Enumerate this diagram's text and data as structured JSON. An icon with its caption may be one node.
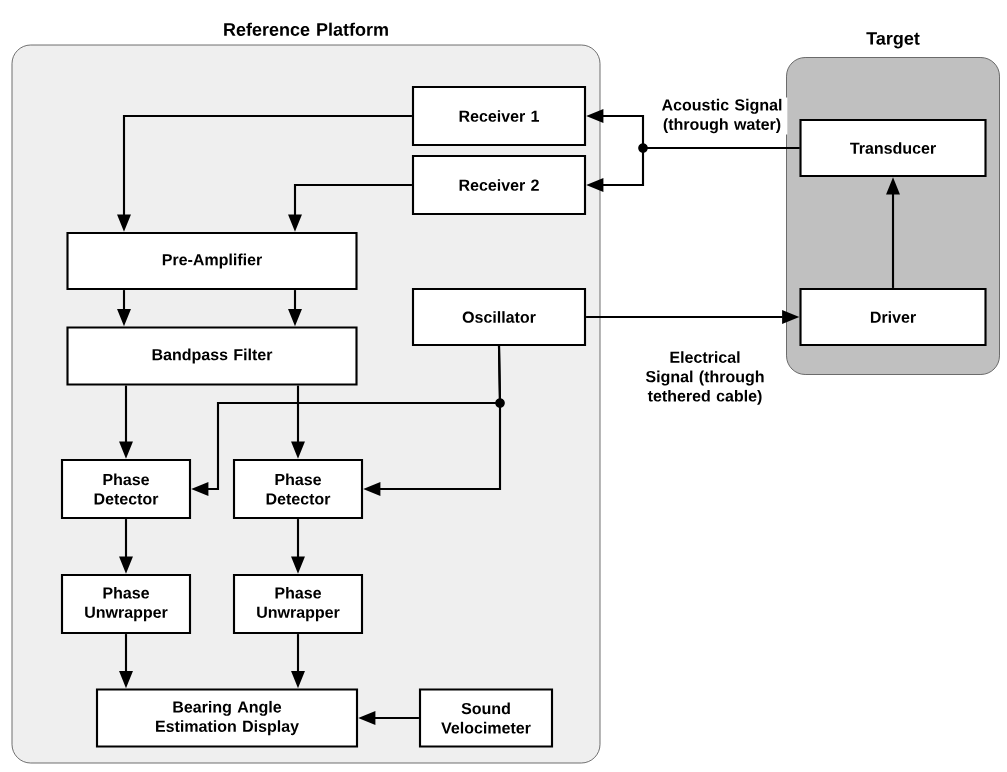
{
  "diagram": {
    "nodes": [
      {
        "text": [
          "Reference Platform"
        ]
      },
      {
        "text": [
          "Target"
        ]
      },
      {
        "text": [
          "Receiver 1"
        ],
        "in": 0
      },
      {
        "text": [
          "Receiver 2"
        ],
        "in": 0
      },
      {
        "text": [
          "Pre-Amplifier"
        ],
        "in": 0
      },
      {
        "text": [
          "Oscillator"
        ],
        "in": 0
      },
      {
        "text": [
          "Bandpass Filter"
        ],
        "in": 0
      },
      {
        "text": [
          "Phase Detector"
        ],
        "in": 0
      },
      {
        "text": [
          "Phase Detector"
        ],
        "in": 0
      },
      {
        "text": [
          "Phase Unwrapper"
        ],
        "in": 0
      },
      {
        "text": [
          "Phase Unwrapper"
        ],
        "in": 0
      },
      {
        "text": [
          "Bearing Angle Estimation Display"
        ],
        "in": 0
      },
      {
        "text": [
          "Sound Velocimeter"
        ],
        "in": 0
      },
      {
        "text": [
          "Transducer"
        ],
        "in": 1
      },
      {
        "text": [
          "Driver"
        ],
        "in": 1
      }
    ],
    "edges": [
      {
        "from": 13,
        "to": 2,
        "arrow": "to",
        "label": "Acoustic Signal (through water)"
      },
      {
        "from": 13,
        "to": 3,
        "arrow": "to"
      },
      {
        "from": 2,
        "to": 4,
        "arrow": "to"
      },
      {
        "from": 3,
        "to": 4,
        "arrow": "to"
      },
      {
        "from": 4,
        "to": 6,
        "arrow": "to"
      },
      {
        "from": 4,
        "to": 6,
        "arrow": "to"
      },
      {
        "from": 6,
        "to": 7,
        "arrow": "to"
      },
      {
        "from": 6,
        "to": 8,
        "arrow": "to"
      },
      {
        "from": 5,
        "to": 7,
        "arrow": "to"
      },
      {
        "from": 5,
        "to": 8,
        "arrow": "to"
      },
      {
        "from": 5,
        "to": 14,
        "arrow": "to",
        "label": "Electrical Signal (through tethered cable)"
      },
      {
        "from": 14,
        "to": 13,
        "arrow": "to"
      },
      {
        "from": 7,
        "to": 9,
        "arrow": "to"
      },
      {
        "from": 8,
        "to": 10,
        "arrow": "to"
      },
      {
        "from": 9,
        "to": 11,
        "arrow": "to"
      },
      {
        "from": 10,
        "to": 11,
        "arrow": "to"
      },
      {
        "from": 12,
        "to": 11,
        "arrow": "to"
      }
    ]
  }
}
